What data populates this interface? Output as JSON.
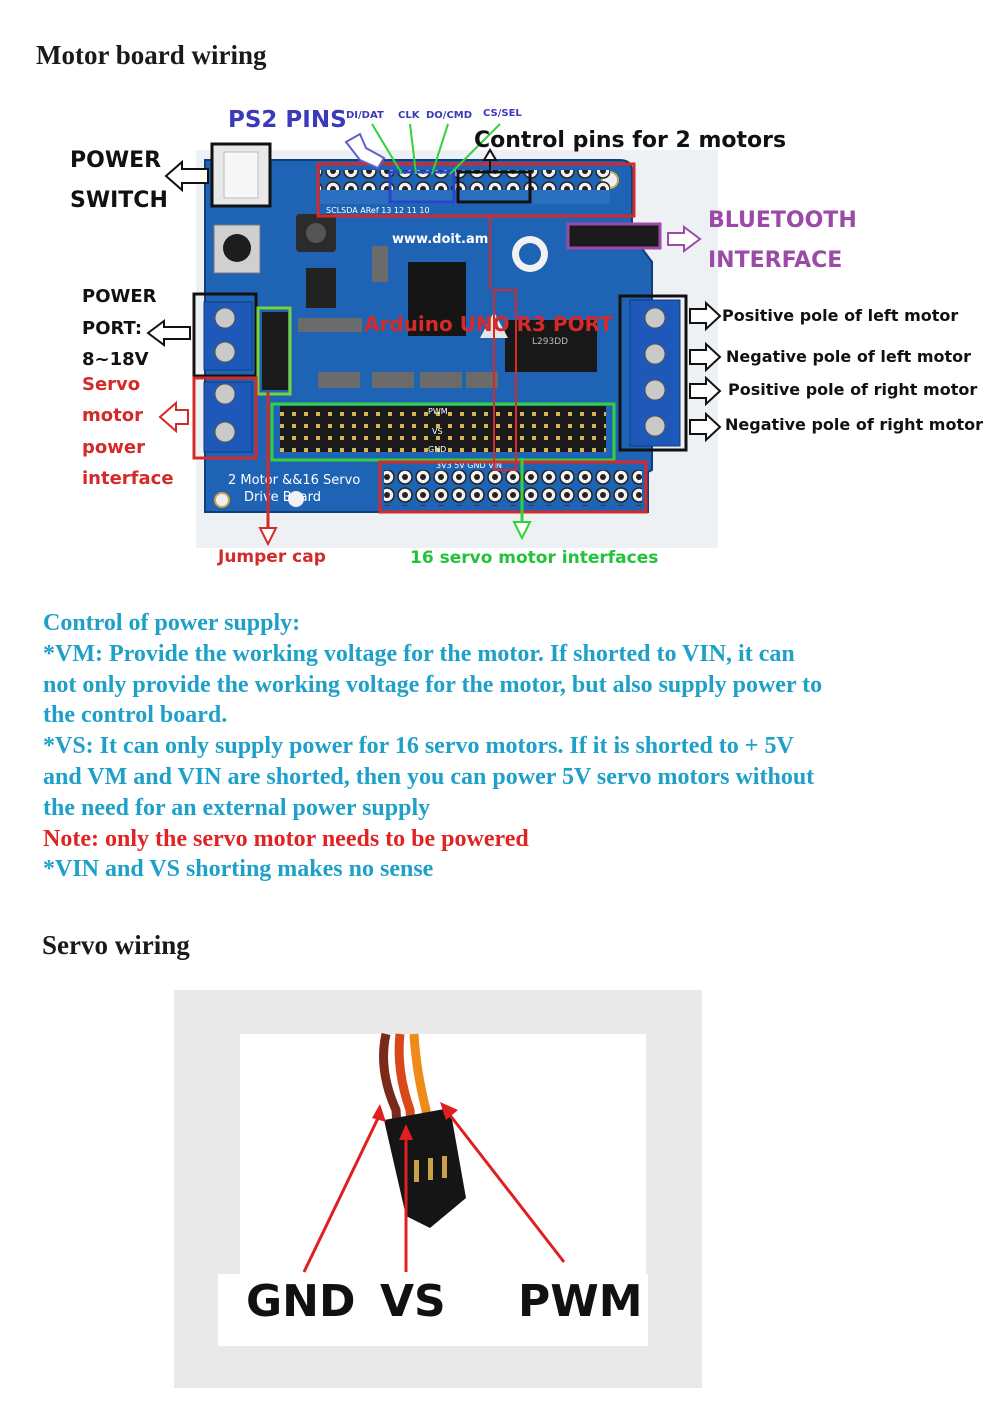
{
  "sections": {
    "motor_title": "Motor board wiring",
    "servo_title": "Servo wiring"
  },
  "board_labels": {
    "ps2_pins": "PS2 PINS",
    "pin_di": "DI/DAT",
    "pin_clk": "CLK",
    "pin_do": "DO/CMD",
    "pin_cs": "CS/SEL",
    "control_pins": "Control pins for 2 motors",
    "power_switch_1": "POWER",
    "power_switch_2": "SWITCH",
    "bluetooth_1": "BLUETOOTH",
    "bluetooth_2": "INTERFACE",
    "power_port_1": "POWER",
    "power_port_2": "PORT:",
    "power_port_3": "8~18V",
    "servo_power_1": "Servo",
    "servo_power_2": "motor",
    "servo_power_3": "power",
    "servo_power_4": "interface",
    "motor_pos_left": "Positive pole of left motor",
    "motor_neg_left": "Negative pole of left motor",
    "motor_pos_right": "Positive pole of right motor",
    "motor_neg_right": "Negative pole of right motor",
    "arduino_port": "Arduino UNO R3 PORT",
    "jumper_cap": "Jumper cap",
    "servo_interfaces": "16 servo motor interfaces"
  },
  "board_silkscreen": {
    "website": "www.doit.am",
    "board_name_1": "2 Motor &&16 Servo",
    "board_name_2": "Drive   Board",
    "header_row": "SCLSDA ARef  13  12  11  10",
    "pin_pwm": "PWM",
    "pin_vs": "VS",
    "pin_gnd": "GND",
    "bottom_header": "3V3 5V   GND  VIN",
    "chip_text": "L293DD"
  },
  "power_text": {
    "heading": "Control of power supply:",
    "vm_line1": "*VM: Provide the working voltage for the motor. If shorted to VIN, it can",
    "vm_line2": "not only provide the working voltage for the motor, but also supply power to",
    "vm_line3": "the control board.",
    "vs_line1": "*VS: It can only supply power for 16 servo motors. If it is shorted to + 5V",
    "vs_line2": "and VM and VIN are shorted, then you can power 5V servo motors without",
    "vs_line3": "the need for an external power supply",
    "note": "Note: only the servo motor needs to be powered",
    "vin_vs": "*VIN and VS shorting makes no sense"
  },
  "servo_labels": {
    "gnd": "GND",
    "vs": "VS",
    "pwm": "PWM"
  },
  "colors": {
    "board_blue": "#1f63b5",
    "annotation_red": "#d42a2a",
    "annotation_green": "#35d13a",
    "annotation_purple": "#9b4aa8",
    "text_teal": "#1ea0c8"
  }
}
